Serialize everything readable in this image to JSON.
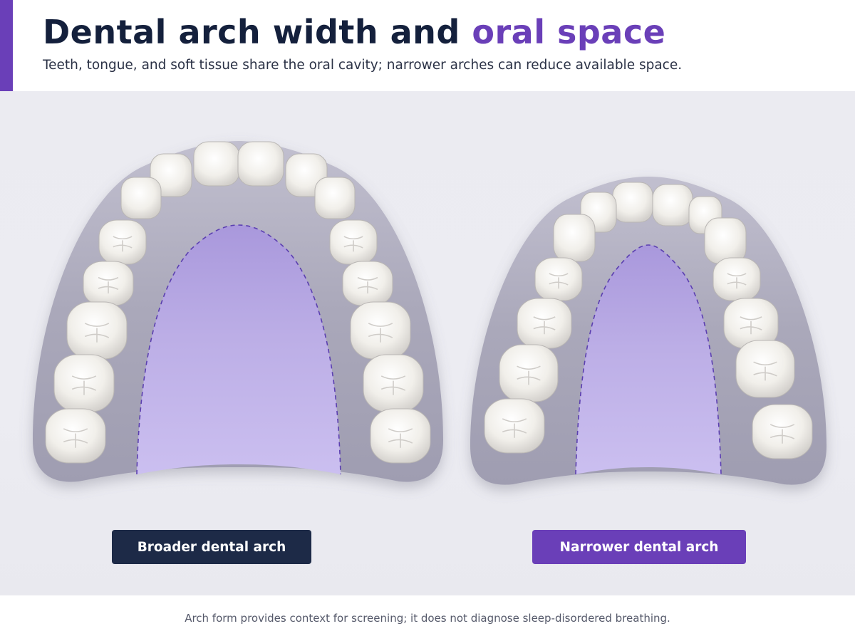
{
  "header": {
    "title_main": "Dental arch width and ",
    "title_highlight": "oral space",
    "subtitle": "Teeth, tongue, and soft tissue share the oral cavity; narrower arches can reduce available space."
  },
  "illustrations": {
    "broad": {
      "label": "Broader dental arch"
    },
    "narrow": {
      "label": "Narrower dental arch"
    }
  },
  "footer": {
    "note": "Arch form provides context for screening; it does not diagnose sleep-disordered breathing."
  },
  "colors": {
    "accent": "#6a3fb8",
    "navy": "#1d2a47",
    "title": "#14203c",
    "gum": "#a9a7b8",
    "tooth": "#f4f2ee",
    "palate": "#c4b6ea"
  }
}
